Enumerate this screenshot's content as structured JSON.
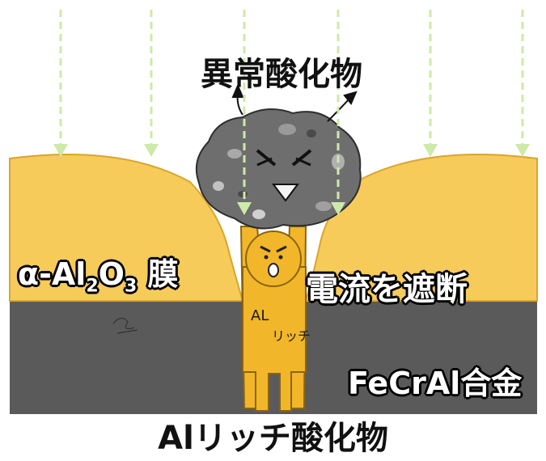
{
  "labels": {
    "anomalous_oxide": "異常酸化物",
    "alumina_film_prefix": "α-Al",
    "alumina_sub2": "2",
    "alumina_o": "O",
    "alumina_sub3": "3",
    "alumina_film_suffix": " 膜",
    "block_current": "電流を遮断",
    "alloy": "FeCrAl合金",
    "al_rich_oxide": "Alリッチ酸化物"
  },
  "character_text": {
    "al": "AL",
    "rich": "リッチ"
  },
  "colors": {
    "alloy": "#5a5a5a",
    "alumina": "#f7cb5a",
    "character": "#f2b62a",
    "oxide_rock": "#6e6e6e",
    "arrow": "#cdeaa8"
  }
}
